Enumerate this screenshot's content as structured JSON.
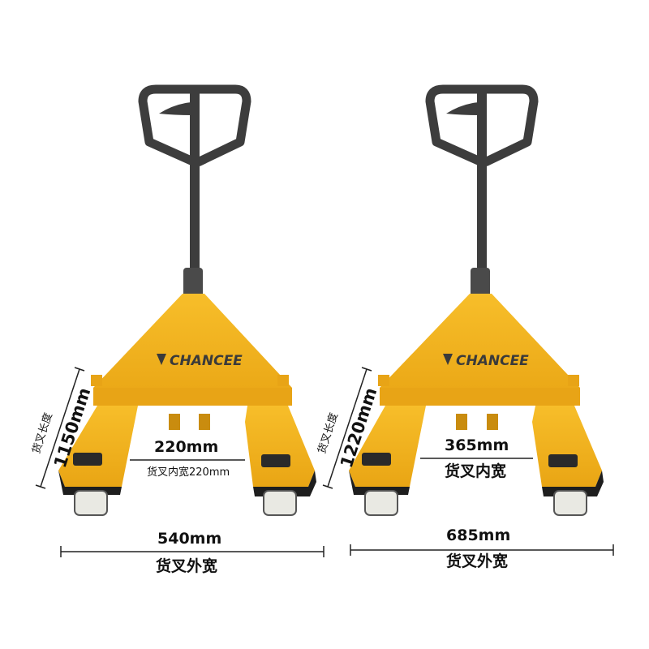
{
  "brand": {
    "name": "CHANCEE"
  },
  "colors": {
    "body": "#F2B01E",
    "body_dark": "#C98C0F",
    "handle": "#3D3D3D",
    "wheel": "#E9E9E3",
    "text": "#111111"
  },
  "left": {
    "fork_length": "1150mm",
    "fork_length_label": "货叉长度",
    "inner_width": "220mm",
    "inner_width_note": "货叉内宽220mm",
    "outer_width": "540mm",
    "outer_width_label": "货叉外宽"
  },
  "right": {
    "fork_length": "1220mm",
    "fork_length_label": "货叉长度",
    "inner_width": "365mm",
    "inner_width_label": "货叉内宽",
    "outer_width": "685mm",
    "outer_width_label": "货叉外宽"
  }
}
